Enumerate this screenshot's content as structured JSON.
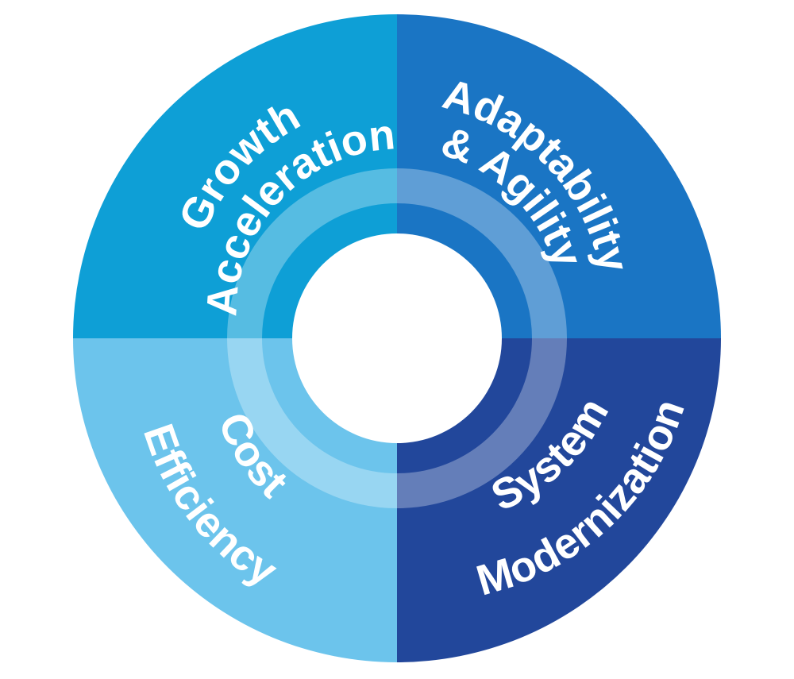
{
  "quadrants": [
    {
      "id": "top-left",
      "lines": [
        "Growth",
        "Acceleration"
      ],
      "color": "#0e9fd6"
    },
    {
      "id": "top-right",
      "lines": [
        "Adaptability",
        "& Agility"
      ],
      "color": "#1a75c4"
    },
    {
      "id": "bottom-right",
      "lines": [
        "System",
        "Modernization"
      ],
      "color": "#22479b"
    },
    {
      "id": "bottom-left",
      "lines": [
        "Cost",
        "Efficiency"
      ],
      "color": "#6cc4ec"
    }
  ],
  "colors": {
    "background": "#ffffff",
    "inner_ring_overlay": "#ffffff",
    "center": "#ffffff"
  }
}
